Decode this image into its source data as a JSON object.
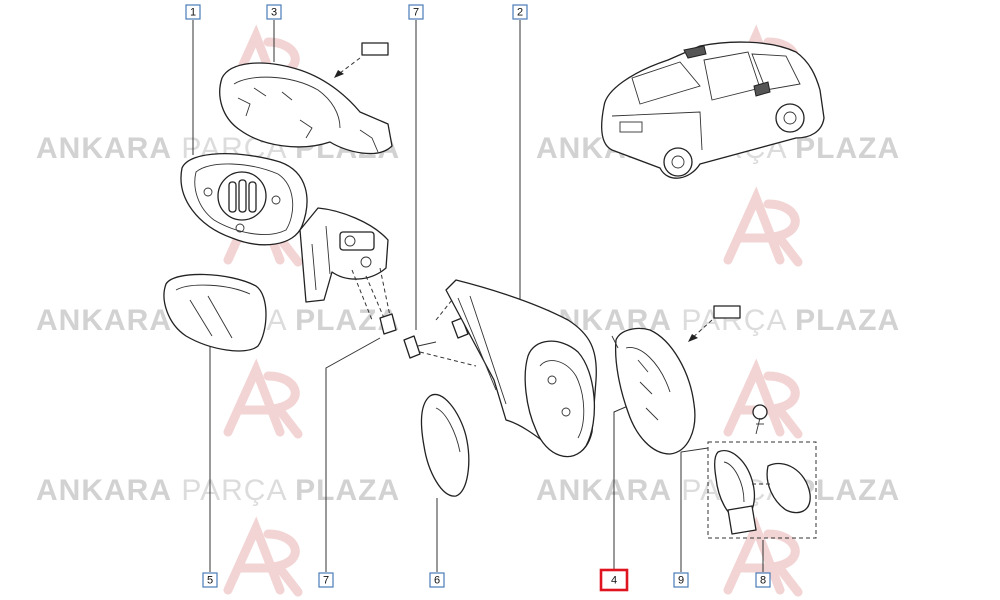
{
  "watermark": {
    "word1": "ANKARA",
    "word2": "PARÇA",
    "word3": "PLAZA",
    "logo_color": "#f3d4d4",
    "text_color": "#d2d2d2"
  },
  "callouts": {
    "c1": "1",
    "c2": "2",
    "c3": "3",
    "c4": "4",
    "c5": "5",
    "c6": "6",
    "c7_top": "7",
    "c7_bottom": "7",
    "c8": "8",
    "c9": "9"
  },
  "highlight": {
    "label": "4",
    "color": "#e0141e"
  },
  "colors": {
    "callout_border": "#4a7ab8",
    "line": "#222222"
  }
}
